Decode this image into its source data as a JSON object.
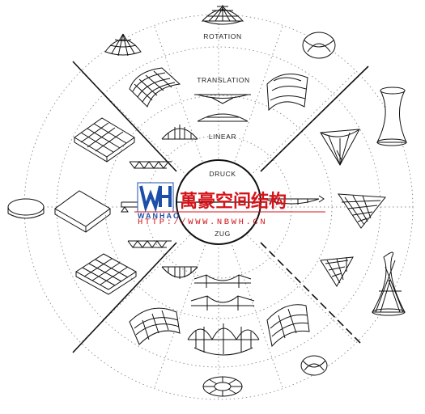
{
  "labels": {
    "rotation": "ROTATION",
    "translation": "TRANSLATION",
    "linear": "LINEAR",
    "druck": "DRUCK",
    "zug": "ZUG"
  },
  "watermark": {
    "title": "萬豪空间结构",
    "url": "HTTP://WWW.NBWH.CN",
    "logo_letters": "WANHAO"
  },
  "colors": {
    "line": "#222222",
    "dotted": "#888888",
    "watermark_red": "#d4141a",
    "logo_blue": "#1e4fa8"
  },
  "icons": {
    "structures": [
      "geodesic-dome-icon",
      "ribbed-dome-icon",
      "barrel-vault-icon",
      "saddle-shell-icon",
      "space-grid-icon",
      "catenary-membrane-icon",
      "truss-beam-icon",
      "arch-icon",
      "cooling-tower-icon",
      "cable-net-icon",
      "flat-plate-icon",
      "disc-icon",
      "suspension-bridge-icon",
      "grid-shell-icon",
      "hyperboloid-tower-icon",
      "cable-roof-icon",
      "cable-wheel-icon",
      "lens-shell-icon"
    ]
  }
}
